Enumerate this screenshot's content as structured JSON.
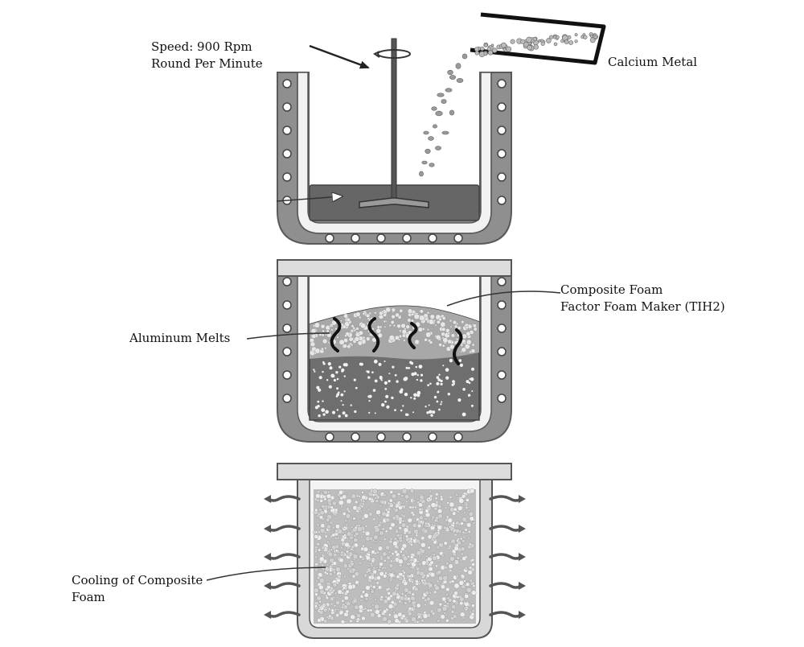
{
  "labels": {
    "speed": "Speed: 900 Rpm",
    "rpm": "Round Per Minute",
    "calcium": "Calcium Metal",
    "composite_foam": "Composite Foam",
    "foam_maker": "Factor Foam Maker (TIH2)",
    "aluminum": "Aluminum Melts",
    "cooling_1": "Cooling of Composite",
    "cooling_2": "Foam"
  },
  "colors": {
    "outline": "#5a5a5a",
    "wall_fill": "#8f8f8f",
    "melt": "#666666",
    "foam_bg": "#bdbdbd",
    "lid": "#dcdcdc",
    "gap": "#f2f2f2"
  }
}
